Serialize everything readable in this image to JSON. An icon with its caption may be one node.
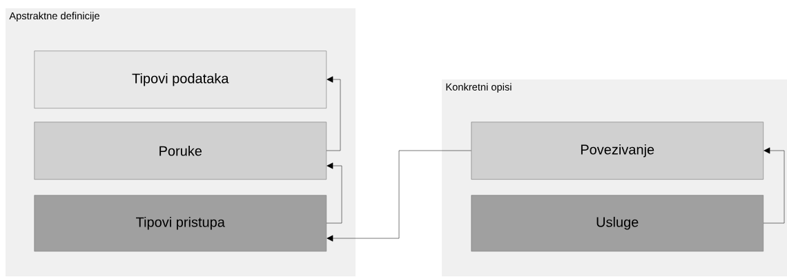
{
  "diagram": {
    "nodes": [
      {
        "text": [
          "Apstraktne definicije"
        ]
      },
      {
        "text": [
          "Tipovi podataka"
        ],
        "in": 0
      },
      {
        "text": [
          "Poruke"
        ],
        "in": 0
      },
      {
        "text": [
          "Tipovi pristupa"
        ],
        "in": 0
      },
      {
        "text": [
          "Konkretni opisi"
        ]
      },
      {
        "text": [
          "Povezivanje"
        ],
        "in": 4
      },
      {
        "text": [
          "Usluge"
        ],
        "in": 4
      }
    ],
    "edges": [
      {
        "from": 2,
        "to": 1,
        "arrow": "to"
      },
      {
        "from": 3,
        "to": 2,
        "arrow": "to"
      },
      {
        "from": 5,
        "to": 3,
        "arrow": "to"
      },
      {
        "from": 6,
        "to": 5,
        "arrow": "to"
      }
    ]
  }
}
